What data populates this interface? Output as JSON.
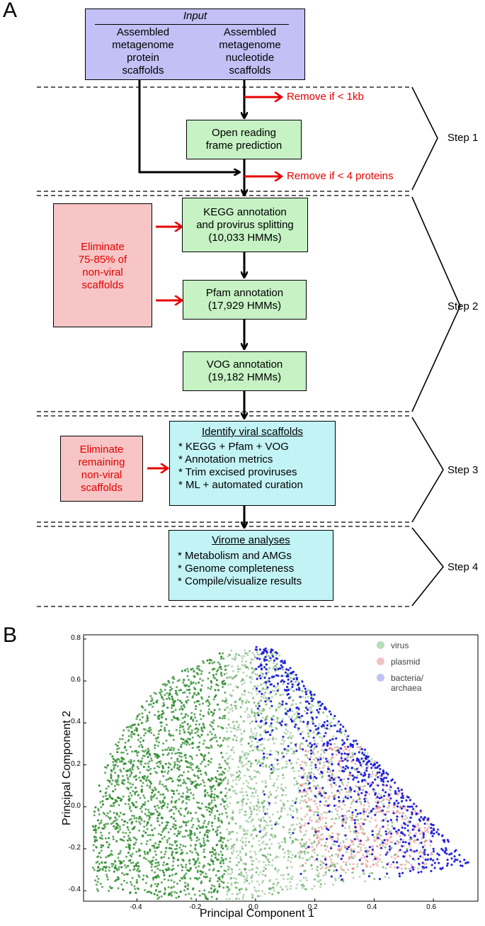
{
  "panel_a": {
    "letter": "A",
    "input": {
      "title": "Input",
      "left": [
        "Assembled",
        "metagenome",
        "protein",
        "scaffolds"
      ],
      "right": [
        "Assembled",
        "metagenome",
        "nucleotide",
        "scaffolds"
      ]
    },
    "filter1": "Remove if < 1kb",
    "filter2": "Remove if < 4 proteins",
    "orf": [
      "Open reading",
      "frame prediction"
    ],
    "kegg": [
      "KEGG annotation",
      "and provirus splitting",
      "(10,033 HMMs)"
    ],
    "pfam": [
      "Pfam annotation",
      "(17,929 HMMs)"
    ],
    "vog": [
      "VOG annotation",
      "(19,182 HMMs)"
    ],
    "eliminate1": [
      "Eliminate",
      "75-85% of",
      "non-viral",
      "scaffolds"
    ],
    "identify": {
      "title": "Identify viral scaffolds",
      "items": [
        "*  KEGG  +  Pfam  +  VOG",
        "* Annotation metrics",
        "* Trim excised proviruses",
        "* ML + automated curation"
      ]
    },
    "eliminate2": [
      "Eliminate",
      "remaining",
      "non-viral",
      "scaffolds"
    ],
    "virome": {
      "title": "Virome analyses",
      "items": [
        "* Metabolism and AMGs",
        "* Genome completeness",
        "* Compile/visualize results"
      ]
    },
    "steps": [
      "Step 1",
      "Step 2",
      "Step 3",
      "Step 4"
    ]
  },
  "panel_b": {
    "letter": "B",
    "chart_data": {
      "type": "scatter",
      "xlabel": "Principal Component 1",
      "ylabel": "Principal Component 2",
      "xlim": [
        -0.58,
        0.75
      ],
      "ylim": [
        -0.45,
        0.82
      ],
      "xticks": [
        "-0.4",
        "-0.2",
        "0.0",
        "0.2",
        "0.4",
        "0.6"
      ],
      "yticks": [
        "0.8",
        "0.6",
        "0.4",
        "0.2",
        "0.0",
        "-0.2",
        "-0.4"
      ],
      "legend_position": "top-right",
      "series": [
        {
          "name": "virus",
          "color": "#2e8b2e",
          "region": "x from -0.55 to 0.60, y from -0.44 to 0.70, dense on the left"
        },
        {
          "name": "plasmid",
          "color": "#e06060",
          "region": "x from 0.15 to 0.60, y from -0.30 to 0.30"
        },
        {
          "name": "bacteria/\narchaea",
          "color": "#2020dd",
          "region": "x from 0.00 to 0.72, y from -0.35 to 0.77, dense on the right edge"
        }
      ],
      "legend": [
        "virus",
        "plasmid",
        "bacteria/",
        "archaea"
      ]
    }
  }
}
